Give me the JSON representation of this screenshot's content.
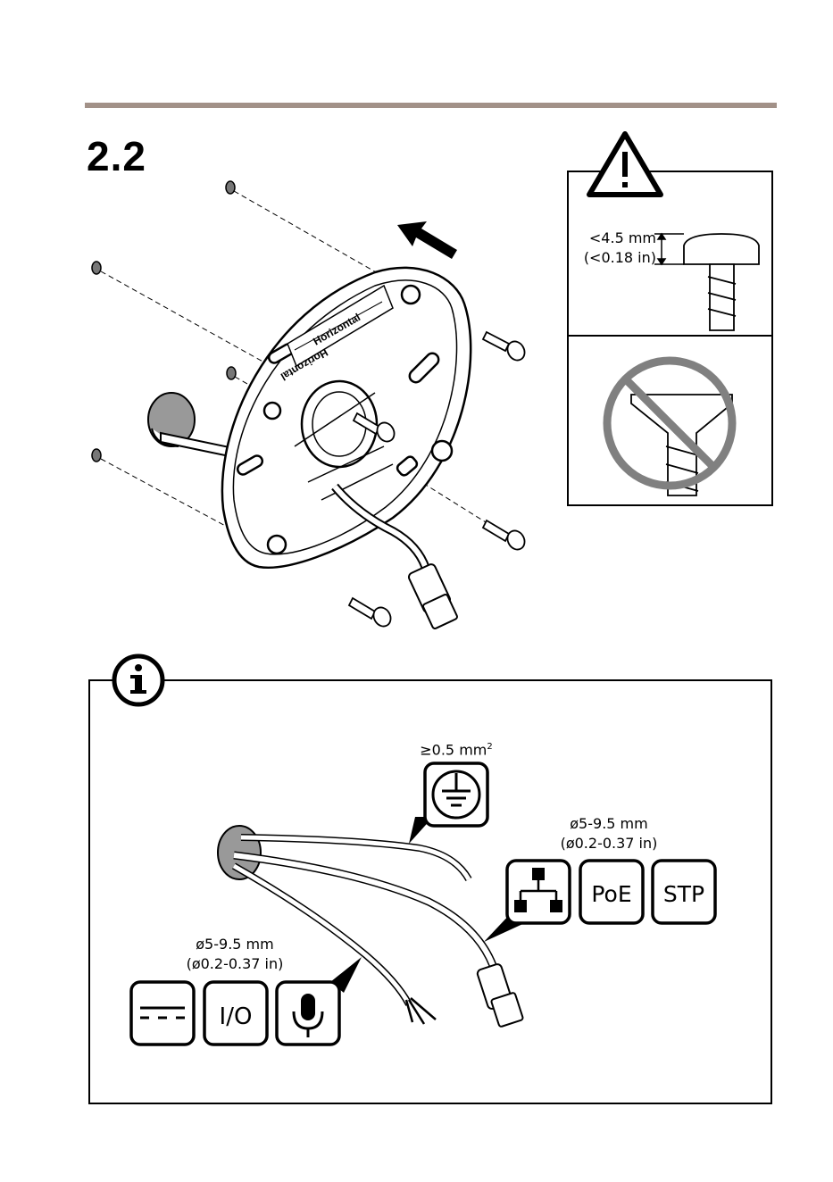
{
  "section": {
    "step_number": "2.2",
    "rule_color": "#a29188"
  },
  "mounting": {
    "label_top": "Horizontal",
    "label_bottom": "Horizontal",
    "screw_head_max_mm": "<4.5 mm",
    "screw_head_max_in": "(<0.18 in)"
  },
  "cables": {
    "ground_wire": "≥0.5 mm",
    "ground_wire_exp": "2",
    "network_cable_mm": "ø5-9.5 mm",
    "network_cable_in": "(ø0.2-0.37 in)",
    "io_cable_mm": "ø5-9.5 mm",
    "io_cable_in": "(ø0.2-0.37 in)",
    "poe_label": "PoE",
    "stp_label": "STP",
    "io_label": "I/O"
  },
  "icons": {
    "warning": "warning-triangle-icon",
    "info": "info-circle-icon",
    "ground": "ground-icon",
    "network": "network-icon",
    "dc_power": "dc-power-icon",
    "microphone": "microphone-icon",
    "prohibited": "prohibited-icon"
  }
}
